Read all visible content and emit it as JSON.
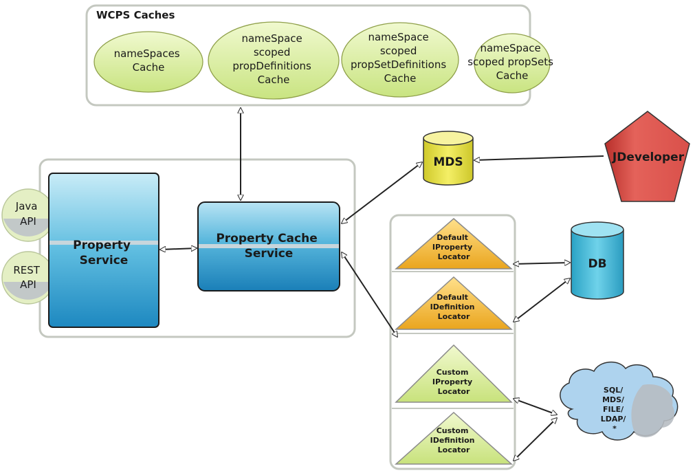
{
  "caches_group": {
    "title": "WCPS Caches",
    "items": [
      {
        "lines": [
          "nameSpaces",
          "Cache"
        ]
      },
      {
        "lines": [
          "nameSpace",
          "scoped",
          "propDefinitions",
          "Cache"
        ]
      },
      {
        "lines": [
          "nameSpace",
          "scoped",
          "propSetDefinitions",
          "Cache"
        ]
      },
      {
        "lines": [
          "nameSpace",
          "scoped propSets",
          "Cache"
        ]
      }
    ]
  },
  "apis": [
    {
      "lines": [
        "Java",
        "API"
      ]
    },
    {
      "lines": [
        "REST",
        "API"
      ]
    }
  ],
  "property_service": {
    "lines": [
      "Property",
      "Service"
    ]
  },
  "property_cache_service": {
    "lines": [
      "Property Cache",
      "Service"
    ]
  },
  "mds": {
    "label": "MDS"
  },
  "jdeveloper": {
    "label": "JDeveloper"
  },
  "db": {
    "label": "DB"
  },
  "locators": [
    {
      "lines": [
        "Default",
        "IProperty",
        "Locator"
      ],
      "kind": "default"
    },
    {
      "lines": [
        "Default",
        "IDefinition",
        "Locator"
      ],
      "kind": "default"
    },
    {
      "lines": [
        "Custom",
        "IProperty",
        "Locator"
      ],
      "kind": "custom"
    },
    {
      "lines": [
        "Custom",
        "IDefinition",
        "Locator"
      ],
      "kind": "custom"
    }
  ],
  "storage_cloud": {
    "lines": [
      "SQL/",
      "MDS/",
      "FILE/",
      "LDAP/",
      "*"
    ]
  },
  "colors": {
    "cache_fill": "#dcf0a0",
    "service_fill": "#3d9fd0",
    "default_locator": "#f5b93a",
    "custom_locator": "#d8ee9a",
    "db_fill": "#40b8d4",
    "mds_fill": "#e8e440",
    "jdeveloper_fill": "#e0564f",
    "cloud_fill": "#aad0ec",
    "api_fill": "#e4efc4"
  }
}
